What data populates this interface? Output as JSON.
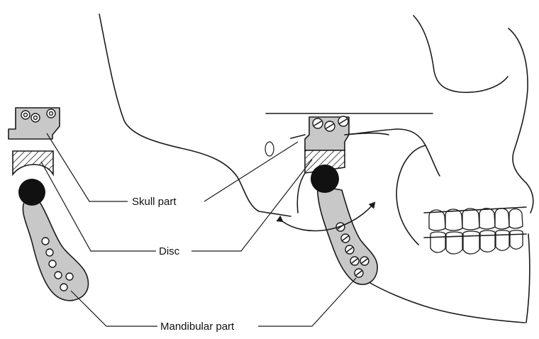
{
  "labels": {
    "skull_part": "Skull part",
    "disc": "Disc",
    "mandibular_part": "Mandibular part"
  },
  "icons": [
    "skull-outline",
    "prosthesis-skull-plate",
    "prosthesis-disc",
    "condyle-head",
    "mandibular-plate",
    "rotation-arrow",
    "screw-icon"
  ]
}
